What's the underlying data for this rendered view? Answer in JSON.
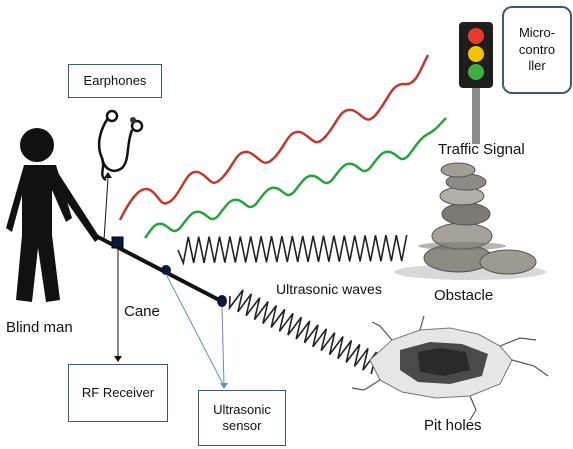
{
  "labels": {
    "earphones": "Earphones",
    "blind_man": "Blind man",
    "cane": "Cane",
    "ultrasonic_waves": "Ultrasonic waves",
    "obstacle": "Obstacle",
    "traffic_signal": "Traffic Signal",
    "microcontroller": "Micro-\ncontro\nller",
    "rf_receiver": "RF Receiver",
    "ultrasonic_sensor": "Ultrasonic\nsensor",
    "pit_holes": "Pit holes"
  },
  "colors": {
    "signal_red": "#c0392b",
    "signal_green": "#27a33a",
    "box_border": "#3e5a78",
    "sensor_line": "#5b8fc9",
    "light_red": "#e53b2e",
    "light_yellow": "#f2c300",
    "light_green": "#3cb043"
  },
  "icons": [
    "blind-man-icon",
    "earphones-icon",
    "cane-icon",
    "traffic-light-icon",
    "rock-stack-icon",
    "pit-hole-icon"
  ]
}
